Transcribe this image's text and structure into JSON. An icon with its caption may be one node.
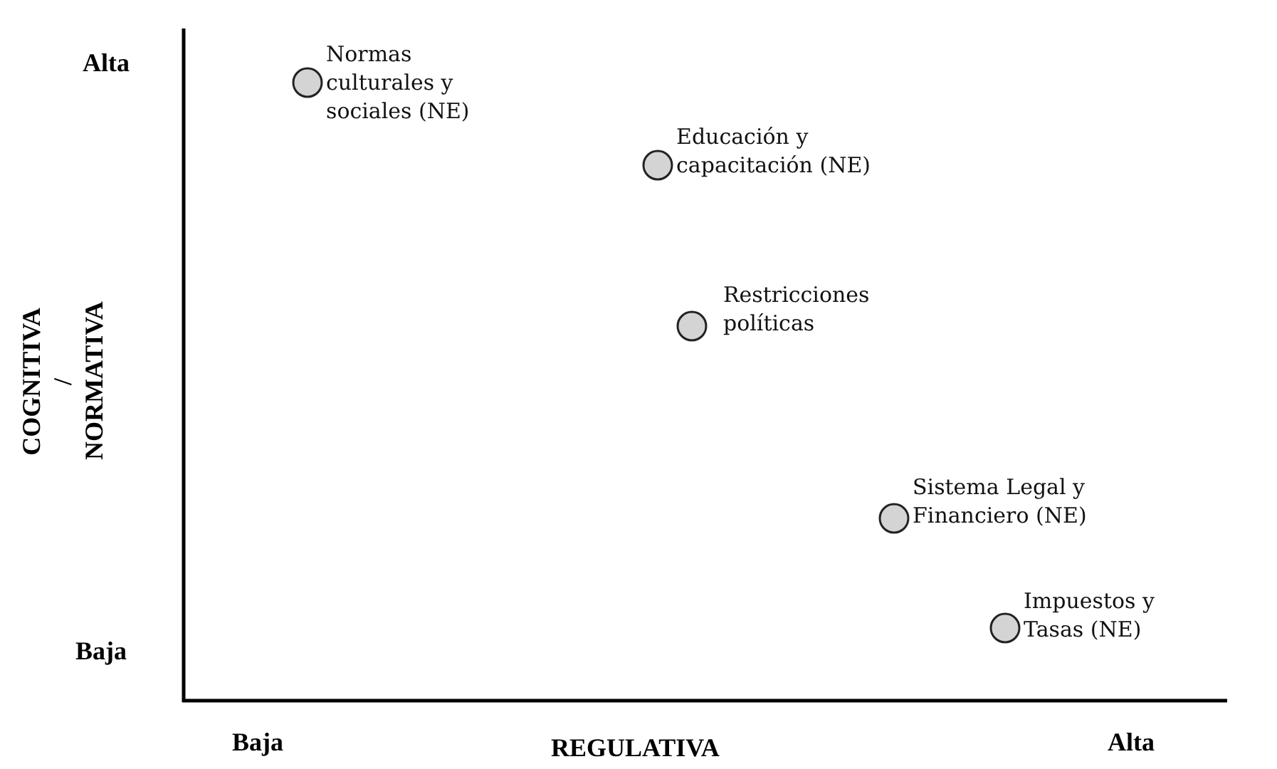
{
  "diagram": {
    "nodes": [
      {
        "text": [
          "Normas culturales y sociales (NE)"
        ]
      },
      {
        "text": [
          "Educación y capacitación (NE)"
        ]
      },
      {
        "text": [
          "Restricciones políticas"
        ]
      },
      {
        "text": [
          "Sistema Legal y Financiero (NE)"
        ]
      },
      {
        "text": [
          "Impuestos y Tasas (NE)"
        ]
      }
    ],
    "labels": [
      "Alta",
      "COGNITIVA / NORMATIVA",
      "Baja",
      "Baja",
      "REGULATIVA",
      "Alta"
    ]
  }
}
